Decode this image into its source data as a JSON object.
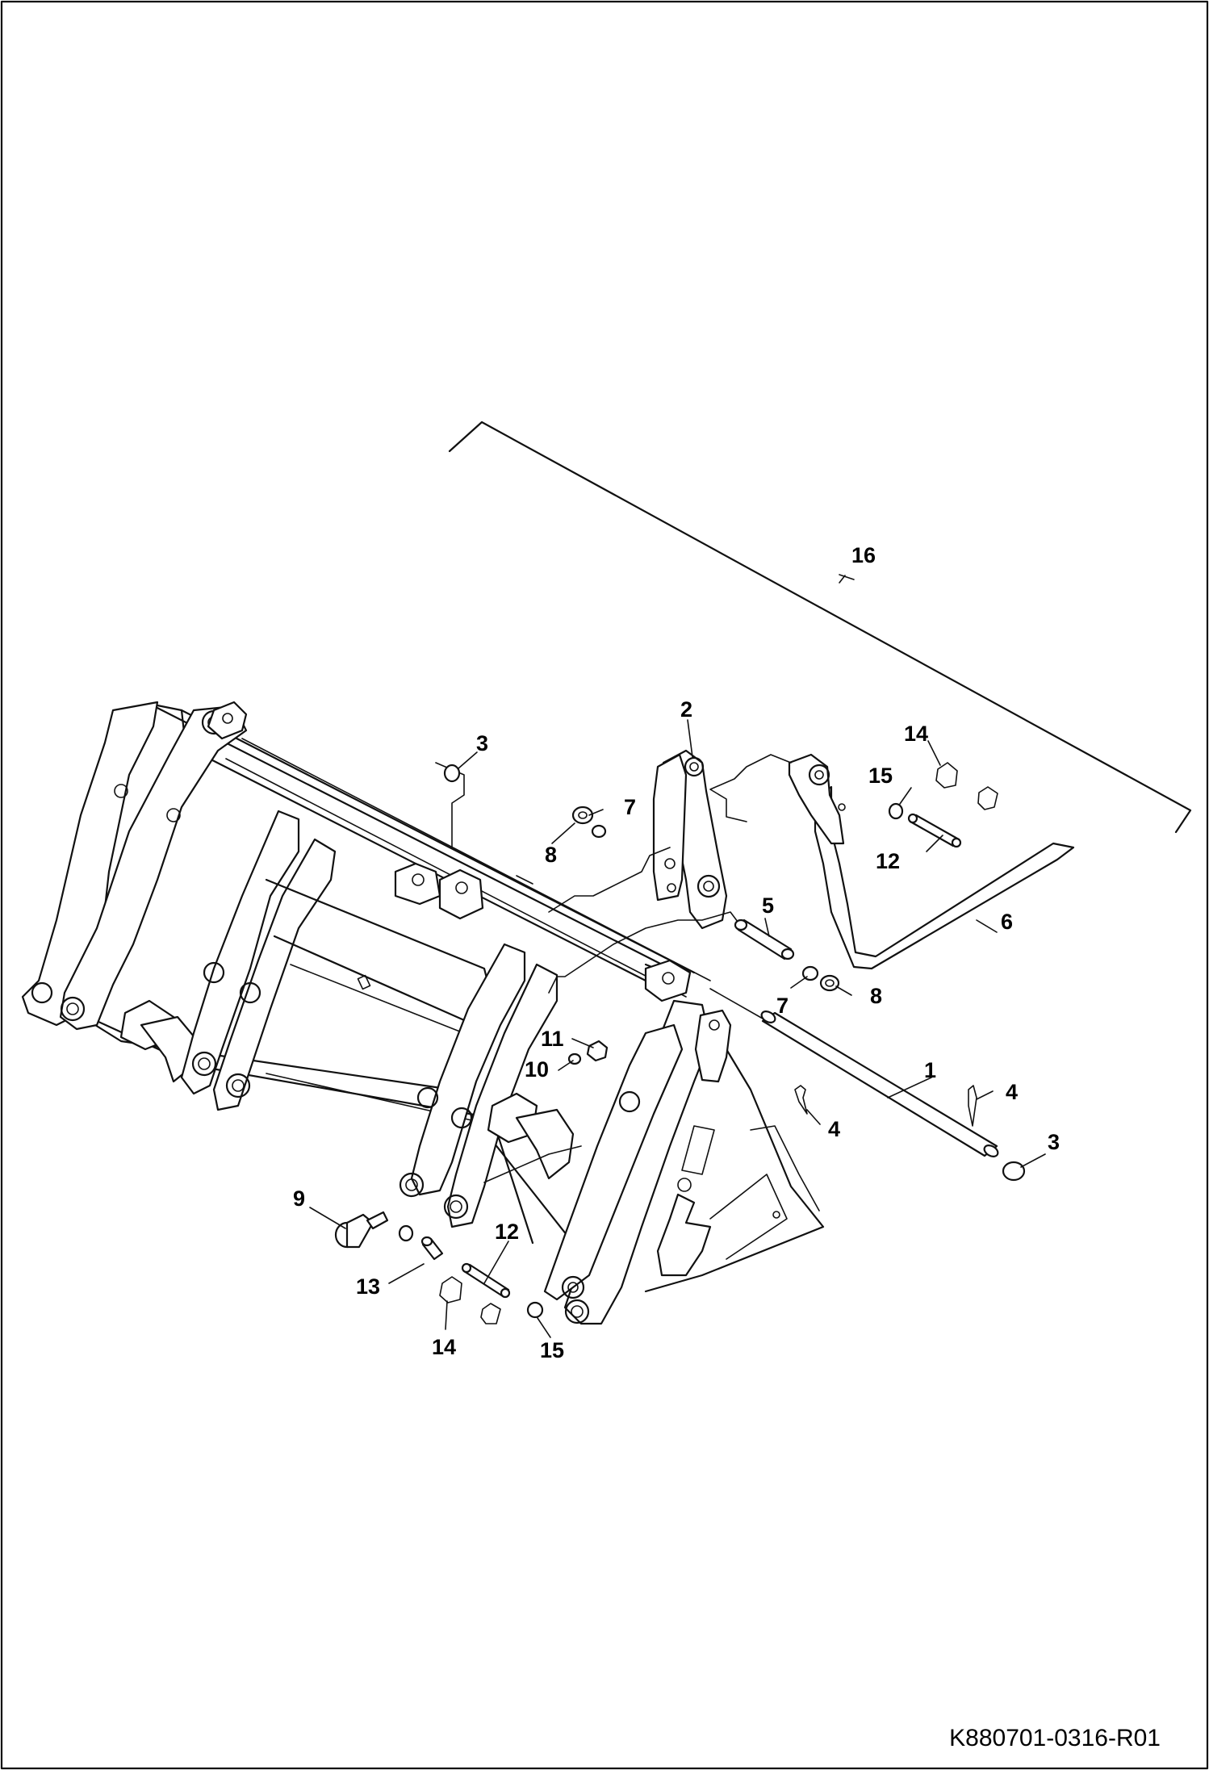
{
  "document_id": "K880701-0316-R01",
  "callouts": [
    {
      "id": "c16",
      "label": "16"
    },
    {
      "id": "c2",
      "label": "2"
    },
    {
      "id": "c3a",
      "label": "3"
    },
    {
      "id": "c3b",
      "label": "3"
    },
    {
      "id": "c14a",
      "label": "14"
    },
    {
      "id": "c14b",
      "label": "14"
    },
    {
      "id": "c15a",
      "label": "15"
    },
    {
      "id": "c15b",
      "label": "15"
    },
    {
      "id": "c7a",
      "label": "7"
    },
    {
      "id": "c7b",
      "label": "7"
    },
    {
      "id": "c8a",
      "label": "8"
    },
    {
      "id": "c8b",
      "label": "8"
    },
    {
      "id": "c12a",
      "label": "12"
    },
    {
      "id": "c12b",
      "label": "12"
    },
    {
      "id": "c6",
      "label": "6"
    },
    {
      "id": "c5",
      "label": "5"
    },
    {
      "id": "c1",
      "label": "1"
    },
    {
      "id": "c4a",
      "label": "4"
    },
    {
      "id": "c4b",
      "label": "4"
    },
    {
      "id": "c11",
      "label": "11"
    },
    {
      "id": "c10",
      "label": "10"
    },
    {
      "id": "c9",
      "label": "9"
    },
    {
      "id": "c13",
      "label": "13"
    }
  ]
}
